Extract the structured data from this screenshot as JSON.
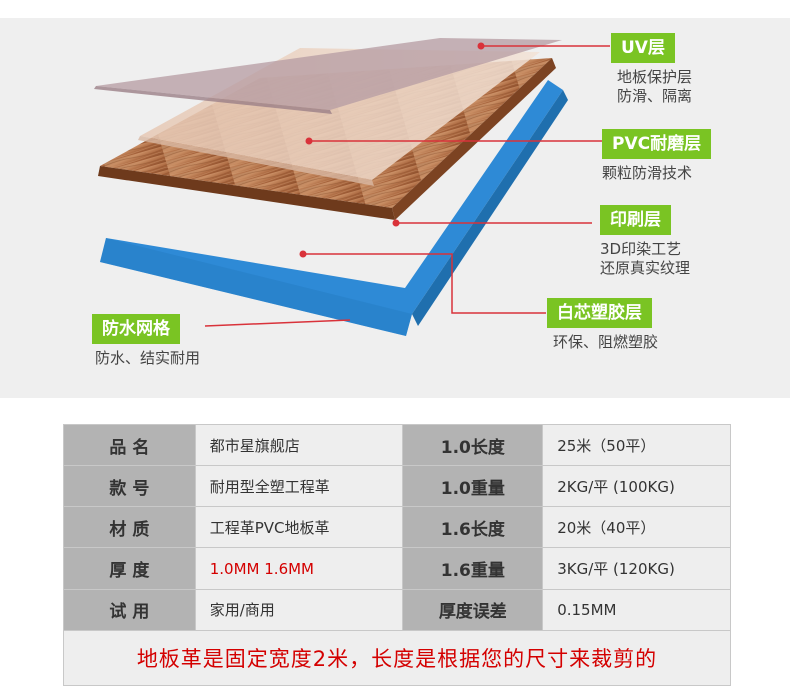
{
  "layers": [
    {
      "title": "UV层",
      "lines": [
        "地板保护层",
        "防滑、隔离"
      ]
    },
    {
      "title": "PVC耐磨层",
      "lines": [
        "颗粒防滑技术"
      ]
    },
    {
      "title": "印刷层",
      "lines": [
        "3D印染工艺",
        "还原真实纹理"
      ]
    },
    {
      "title": "白芯塑胶层",
      "lines": [
        "环保、阻燃塑胶"
      ]
    },
    {
      "title": "防水网格",
      "lines": [
        "防水、结实耐用"
      ]
    }
  ],
  "colors": {
    "tag_green": "#7ac423",
    "leader_red": "#d9323a",
    "mesh_blue": "#2e8ad6",
    "note_red": "#d40000"
  },
  "specs": {
    "rows": [
      {
        "label1": "品  名",
        "value1": "都市星旗舰店",
        "label2": "1.0长度",
        "value2": "25米（50平）"
      },
      {
        "label1": "款  号",
        "value1": "耐用型全塑工程革",
        "label2": "1.0重量",
        "value2": "2KG/平 (100KG)"
      },
      {
        "label1": "材  质",
        "value1": "工程革PVC地板革",
        "label2": "1.6长度",
        "value2": "20米（40平）"
      },
      {
        "label1": "厚  度",
        "value1": "1.0MM 1.6MM",
        "label2": "1.6重量",
        "value2": "3KG/平 (120KG)"
      },
      {
        "label1": "试  用",
        "value1": "家用/商用",
        "label2": "厚度误差",
        "value2": "0.15MM"
      }
    ],
    "note": "地板革是固定宽度2米，长度是根据您的尺寸来裁剪的"
  }
}
